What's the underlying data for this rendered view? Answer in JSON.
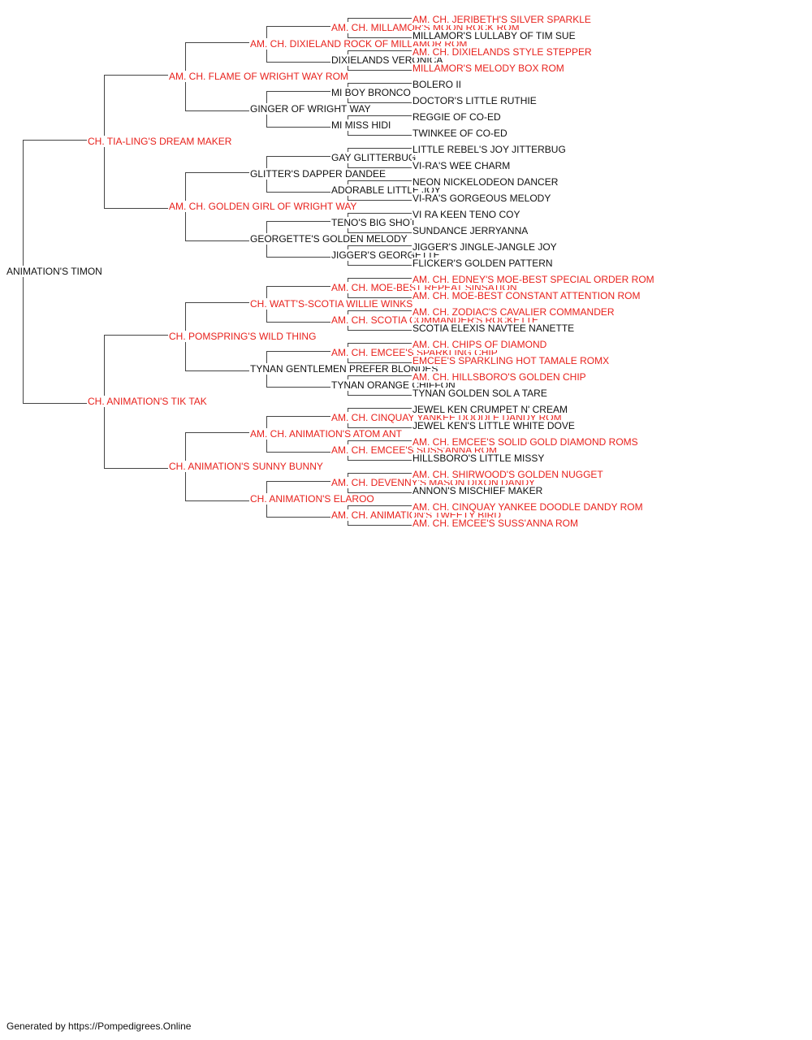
{
  "pedigree": {
    "subject": "ANIMATION'S TIMON",
    "colors": {
      "champion": "#e8211c",
      "normal": "#111111",
      "lines": "#444444"
    },
    "generation_1": [
      {
        "name": "CH. TIA-LING'S DREAM MAKER",
        "champion": true
      },
      {
        "name": "CH. ANIMATION'S TIK TAK",
        "champion": true
      }
    ],
    "generation_2": [
      {
        "name": "AM. CH. FLAME OF WRIGHT WAY ROM",
        "champion": true
      },
      {
        "name": "AM. CH. GOLDEN GIRL OF WRIGHT WAY",
        "champion": true
      },
      {
        "name": "CH. POMSPRING'S WILD THING",
        "champion": true
      },
      {
        "name": "CH. ANIMATION'S SUNNY BUNNY",
        "champion": true
      }
    ],
    "generation_3": [
      {
        "name": "AM. CH. DIXIELAND ROCK OF MILLAMOR ROM",
        "champion": true
      },
      {
        "name": "GINGER OF WRIGHT WAY",
        "champion": false
      },
      {
        "name": "GLITTER'S DAPPER DANDEE",
        "champion": false
      },
      {
        "name": "GEORGETTE'S GOLDEN MELODY",
        "champion": false
      },
      {
        "name": "CH. WATT'S-SCOTIA WILLIE WINKS",
        "champion": true
      },
      {
        "name": "TYNAN GENTLEMEN PREFER BLONDES",
        "champion": false
      },
      {
        "name": "AM. CH. ANIMATION'S ATOM ANT",
        "champion": true
      },
      {
        "name": "CH. ANIMATION'S ELAROO",
        "champion": true
      }
    ],
    "generation_4": [
      {
        "name": "AM. CH. MILLAMOR'S MOON ROCK ROM",
        "champion": true
      },
      {
        "name": "DIXIELANDS VERONICA",
        "champion": false
      },
      {
        "name": "MI BOY BRONCO",
        "champion": false
      },
      {
        "name": "MI MISS HIDI",
        "champion": false
      },
      {
        "name": "GAY GLITTERBUG",
        "champion": false
      },
      {
        "name": "ADORABLE LITTLE JOY",
        "champion": false
      },
      {
        "name": "TENO'S BIG SHOT",
        "champion": false
      },
      {
        "name": "JIGGER'S GEORGETTE",
        "champion": false
      },
      {
        "name": "AM. CH. MOE-BEST REPEAT SINSATION",
        "champion": true
      },
      {
        "name": "AM. CH. SCOTIA COMMANDER'S ROCKETTE",
        "champion": true
      },
      {
        "name": "AM. CH. EMCEE'S SPARKLING CHIP",
        "champion": true
      },
      {
        "name": "TYNAN ORANGE CHIFFON",
        "champion": false
      },
      {
        "name": "AM. CH. CINQUAY YANKEE DOODLE DANDY ROM",
        "champion": true
      },
      {
        "name": "AM. CH. EMCEE'S SUSS'ANNA ROM",
        "champion": true
      },
      {
        "name": "AM. CH. DEVENNY'S MASON DIXON DANDY",
        "champion": true
      },
      {
        "name": "AM. CH. ANIMATION'S TWEETY BIRD",
        "champion": true
      }
    ],
    "generation_5": [
      {
        "name": "AM. CH. JERIBETH'S SILVER SPARKLE",
        "champion": true
      },
      {
        "name": "MILLAMOR'S LULLABY OF TIM SUE",
        "champion": false
      },
      {
        "name": "AM. CH. DIXIELANDS STYLE STEPPER",
        "champion": true
      },
      {
        "name": "MILLAMOR'S MELODY BOX ROM",
        "champion": true
      },
      {
        "name": "BOLERO II",
        "champion": false
      },
      {
        "name": "DOCTOR'S LITTLE RUTHIE",
        "champion": false
      },
      {
        "name": "REGGIE OF CO-ED",
        "champion": false
      },
      {
        "name": "TWINKEE OF CO-ED",
        "champion": false
      },
      {
        "name": "LITTLE REBEL'S JOY JITTERBUG",
        "champion": false
      },
      {
        "name": "VI-RA'S WEE CHARM",
        "champion": false
      },
      {
        "name": "NEON NICKELODEON DANCER",
        "champion": false
      },
      {
        "name": "VI-RA'S GORGEOUS MELODY",
        "champion": false
      },
      {
        "name": "VI RA KEEN TENO COY",
        "champion": false
      },
      {
        "name": "SUNDANCE JERRYANNA",
        "champion": false
      },
      {
        "name": "JIGGER'S JINGLE-JANGLE JOY",
        "champion": false
      },
      {
        "name": "FLICKER'S GOLDEN PATTERN",
        "champion": false
      },
      {
        "name": "AM. CH. EDNEY'S MOE-BEST SPECIAL ORDER ROM",
        "champion": true
      },
      {
        "name": "AM. CH. MOE-BEST CONSTANT ATTENTION ROM",
        "champion": true
      },
      {
        "name": "AM. CH. ZODIAC'S CAVALIER COMMANDER",
        "champion": true
      },
      {
        "name": "SCOTIA ELEXIS NAVTEE NANETTE",
        "champion": false
      },
      {
        "name": "AM. CH. CHIPS OF DIAMOND",
        "champion": true
      },
      {
        "name": "EMCEE'S SPARKLING HOT TAMALE ROMX",
        "champion": true
      },
      {
        "name": "AM. CH. HILLSBORO'S GOLDEN CHIP",
        "champion": true
      },
      {
        "name": "TYNAN GOLDEN SOL A TARE",
        "champion": false
      },
      {
        "name": "JEWEL KEN CRUMPET N' CREAM",
        "champion": false
      },
      {
        "name": "JEWEL KEN'S LITTLE WHITE DOVE",
        "champion": false
      },
      {
        "name": "AM. CH. EMCEE'S SOLID GOLD DIAMOND ROMS",
        "champion": true
      },
      {
        "name": "HILLSBORO'S LITTLE MISSY",
        "champion": false
      },
      {
        "name": "AM. CH. SHIRWOOD'S GOLDEN NUGGET",
        "champion": true
      },
      {
        "name": "ANNON'S MISCHIEF MAKER",
        "champion": false
      },
      {
        "name": "AM. CH. CINQUAY YANKEE DOODLE DANDY ROM",
        "champion": true
      },
      {
        "name": "AM. CH. EMCEE'S SUSS'ANNA ROM",
        "champion": true
      }
    ]
  },
  "footer": {
    "text": "Generated by https://Pompedigrees.Online"
  }
}
